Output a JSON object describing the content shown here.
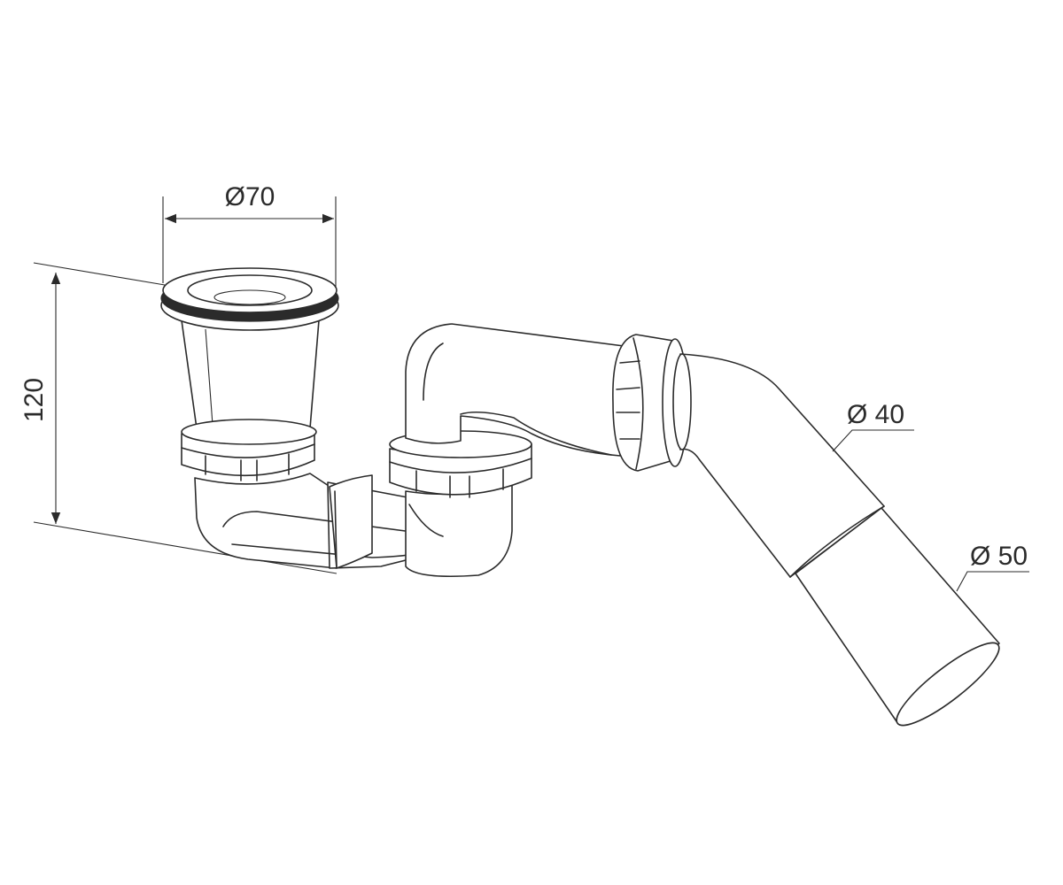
{
  "dimensions": {
    "d70": "Ø70",
    "h120": "120",
    "d40": "Ø 40",
    "d50": "Ø 50"
  },
  "colors": {
    "line": "#2b2b2b",
    "background": "#ffffff"
  }
}
